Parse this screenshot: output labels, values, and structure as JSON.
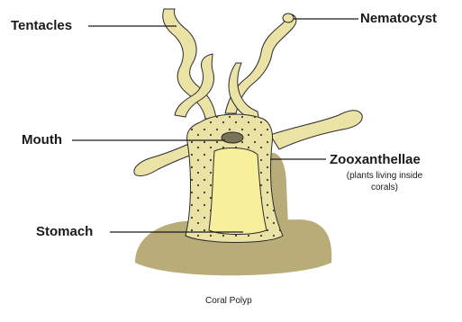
{
  "labels": {
    "tentacles": "Tentacles",
    "nematocyst": "Nematocyst",
    "mouth": "Mouth",
    "zooxanthellae": "Zooxanthellae",
    "zoo_note_line1": "(plants living inside",
    "zoo_note_line2": "corals)",
    "stomach": "Stomach"
  },
  "caption": "Coral Polyp",
  "colors": {
    "base": "#b8ad78",
    "body": "#ebe2a6",
    "inner": "#f7ef9a",
    "outline": "#2b2b2b",
    "dots": "#3a3a3a",
    "text": "#1a1a1a"
  }
}
